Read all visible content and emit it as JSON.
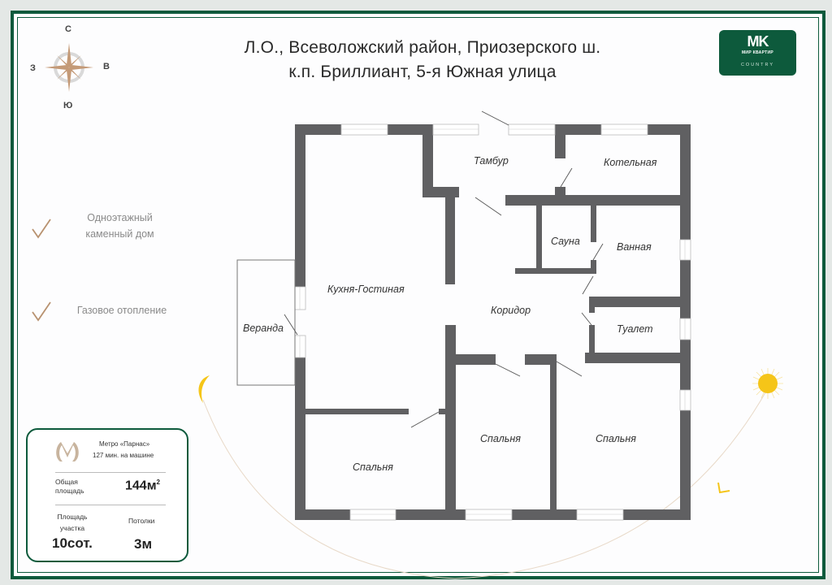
{
  "header": {
    "address_line1": "Л.О., Всеволожский  район, Приозерского ш.",
    "address_line2": "к.п. Бриллиант, 5-я Южная улица"
  },
  "compass": {
    "north": "С",
    "south": "Ю",
    "west": "З",
    "east": "В",
    "icon": "compass-rose-icon"
  },
  "logo": {
    "mark": "MK",
    "brand": "МИР КВАРТИР",
    "sub": "COUNTRY",
    "color": "#0d5a3c"
  },
  "features": [
    {
      "icon": "checkmark-icon",
      "line1": "Одноэтажный",
      "line2": "каменный дом"
    },
    {
      "icon": "checkmark-icon",
      "line1": "Газовое отопление"
    }
  ],
  "info_card": {
    "metro_icon": "metro-icon",
    "metro_name": "Метро «Парнас»",
    "metro_time": "127 мин. на машине",
    "total_area_label_1": "Общая",
    "total_area_label_2": "площадь",
    "total_area_value": "144м",
    "total_area_sup": "2",
    "plot_label_1": "Площадь",
    "plot_label_2": "участка",
    "plot_value": "10сот.",
    "ceiling_label": "Потолки",
    "ceiling_value": "3м"
  },
  "floorplan": {
    "wall_color": "#606062",
    "rooms": {
      "kitchen": "Кухня-Гостиная",
      "veranda": "Веранда",
      "vestibule": "Тамбур",
      "boiler": "Котельная",
      "sauna": "Сауна",
      "bathroom": "Ванная",
      "corridor": "Коридор",
      "toilet": "Туалет",
      "bedroom_left": "Спальня",
      "bedroom_middle": "Спальня",
      "bedroom_right": "Спальня"
    }
  },
  "sun_path": {
    "moon_icon": "moon-icon",
    "sun_icon": "sun-icon",
    "arrow_icon": "arrow-icon",
    "accent": "#f5c518"
  }
}
